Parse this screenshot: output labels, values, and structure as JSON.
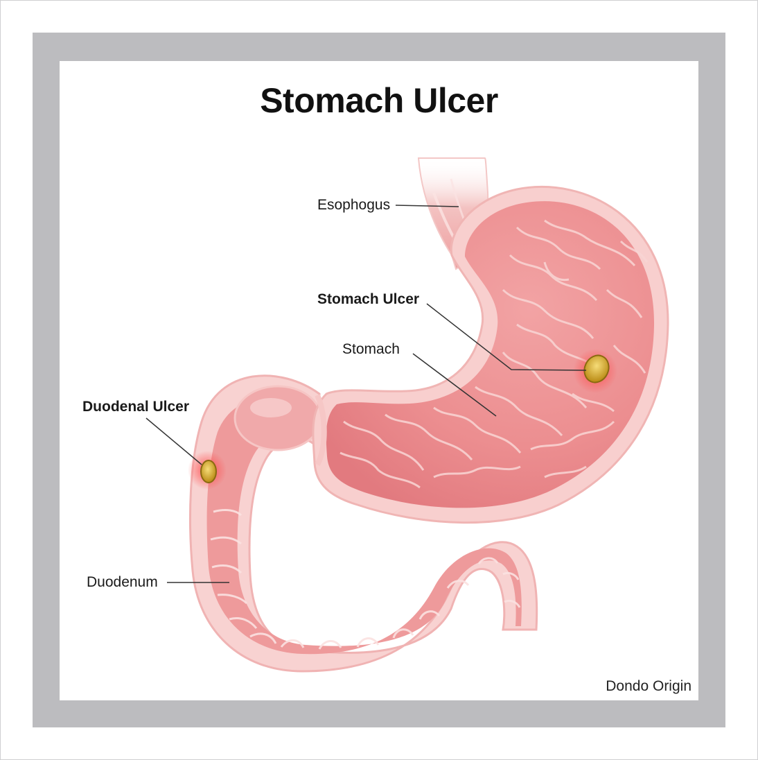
{
  "title": "Stomach Ulcer",
  "labels": {
    "esophogus": "Esophogus",
    "stomach_ulcer": "Stomach Ulcer",
    "stomach": "Stomach",
    "duodenal_ulcer": "Duodenal Ulcer",
    "duodenum": "Duodenum"
  },
  "credit": "Dondo Origin",
  "colors": {
    "frame": "#bcbcbf",
    "tissue_outer": "#f7c9c8",
    "tissue_inner": "#ee8f90",
    "tissue_dark": "#e06f74",
    "ulcer": "#d9a72c",
    "leader_line": "#333333"
  }
}
